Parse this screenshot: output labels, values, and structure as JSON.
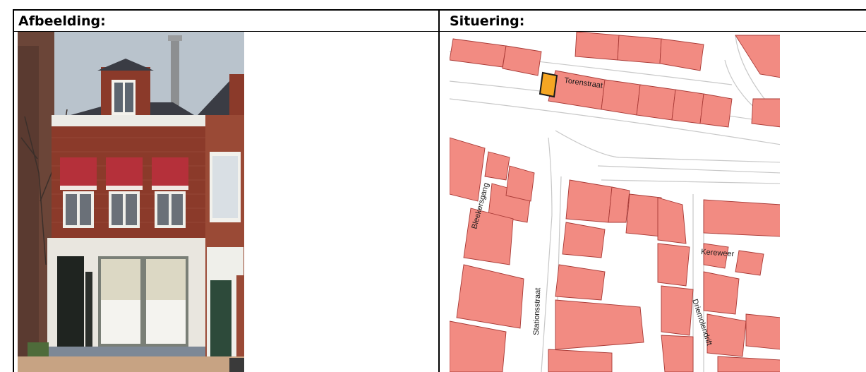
{
  "table": {
    "left_header": "Afbeelding:",
    "right_header": "Situering:"
  },
  "map": {
    "streets": {
      "torenstraat": "Torenstraat",
      "bleekersgang": "Bleekersgang",
      "stationsstraat": "Stationsstraat",
      "kereweer": "Kereweer",
      "driemolendrift": "Driemolendrift"
    },
    "colors": {
      "building_fill": "#f28b82",
      "building_stroke": "#a83a36",
      "highlight_fill": "#f5a623",
      "road_line": "#c8c8c8"
    }
  },
  "photo": {
    "colors": {
      "sky": "#b9c3cc",
      "brick": "#8b3a2a",
      "awning": "#b5303a",
      "storefront_trim": "#e9e6df",
      "pavement": "#c7a383"
    }
  }
}
